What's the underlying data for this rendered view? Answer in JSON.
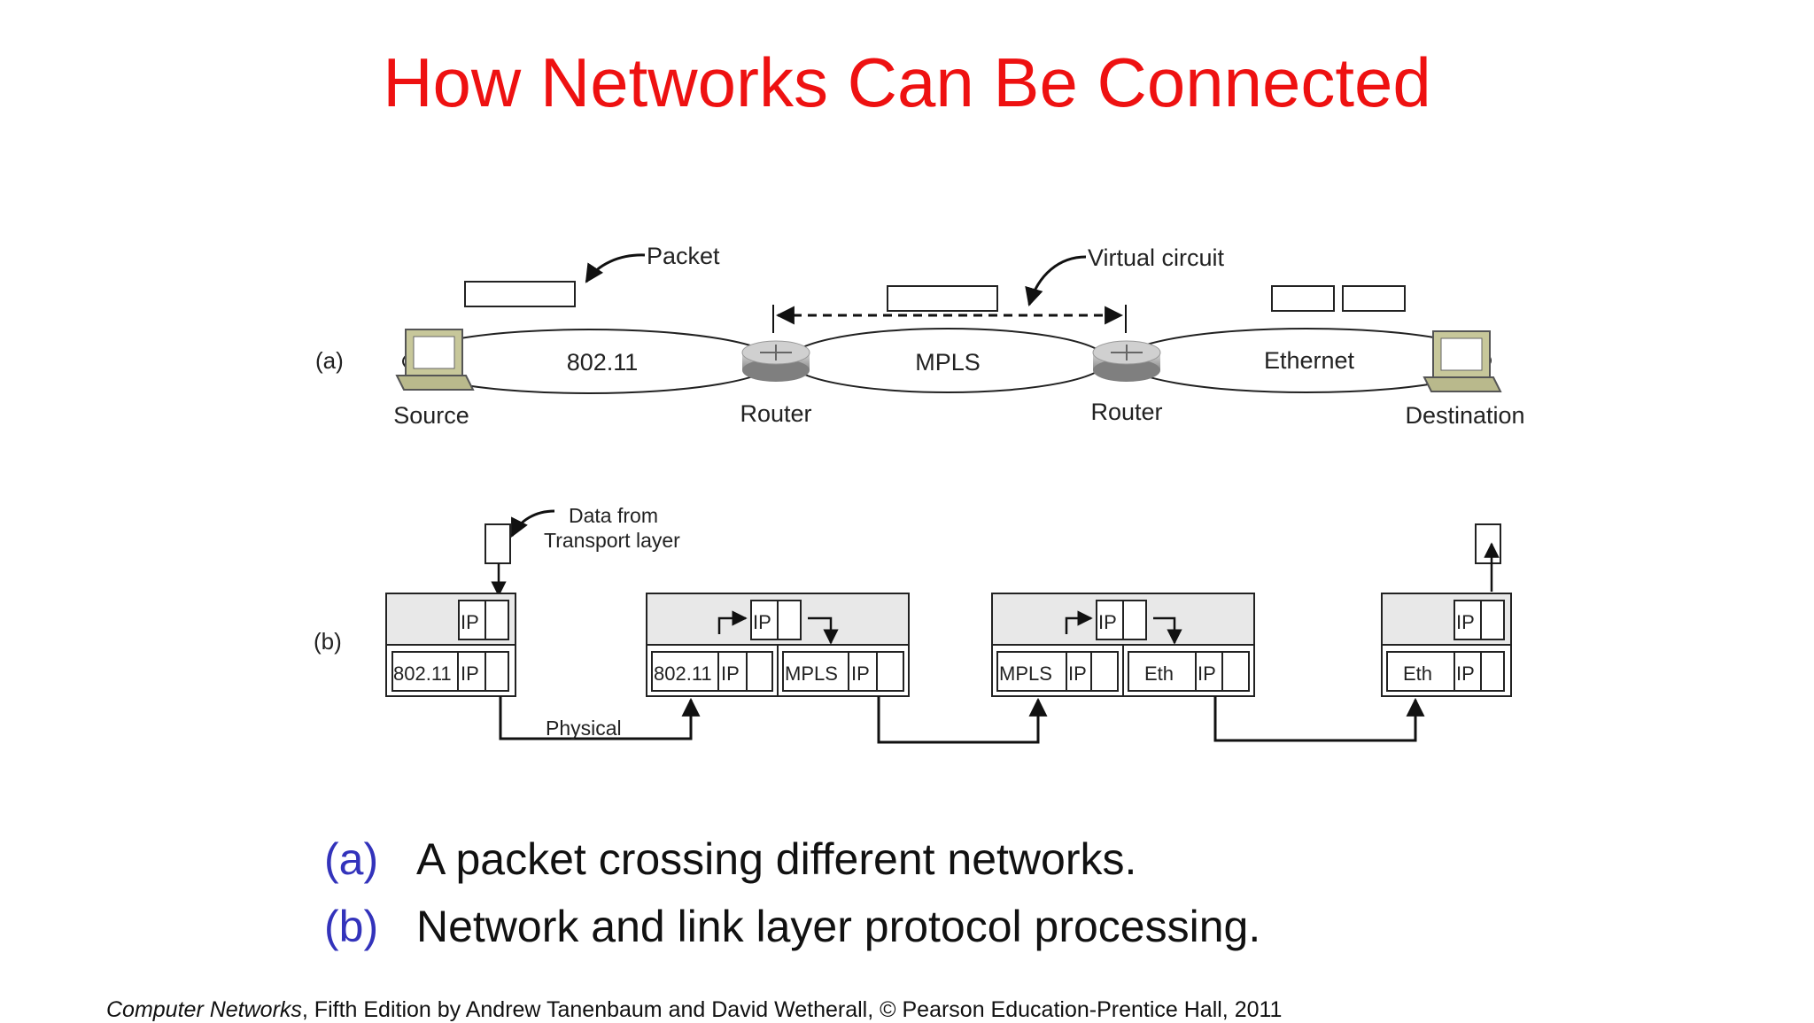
{
  "title": "How Networks Can Be Connected",
  "part_a": {
    "label": "(a)",
    "packet_label": "Packet",
    "virtual_circuit_label": "Virtual circuit",
    "networks": [
      "802.11",
      "MPLS",
      "Ethernet"
    ],
    "nodes": [
      "Source",
      "Router",
      "Router",
      "Destination"
    ]
  },
  "part_b": {
    "label": "(b)",
    "data_label_line1": "Data from",
    "data_label_line2": "Transport layer",
    "physical_label": "Physical",
    "ip": "IP",
    "stacks": [
      {
        "links": [
          "802.11"
        ]
      },
      {
        "links": [
          "802.11",
          "MPLS"
        ]
      },
      {
        "links": [
          "MPLS",
          "Eth"
        ]
      },
      {
        "links": [
          "Eth"
        ]
      }
    ]
  },
  "captions": [
    {
      "letter": "(a)",
      "text": "A packet crossing different networks."
    },
    {
      "letter": "(b)",
      "text": "Network and link layer protocol processing."
    }
  ],
  "footer": {
    "book": "Computer Networks",
    "rest": ", Fifth Edition by Andrew Tanenbaum and David Wetherall, © Pearson Education-Prentice Hall, 2011"
  }
}
